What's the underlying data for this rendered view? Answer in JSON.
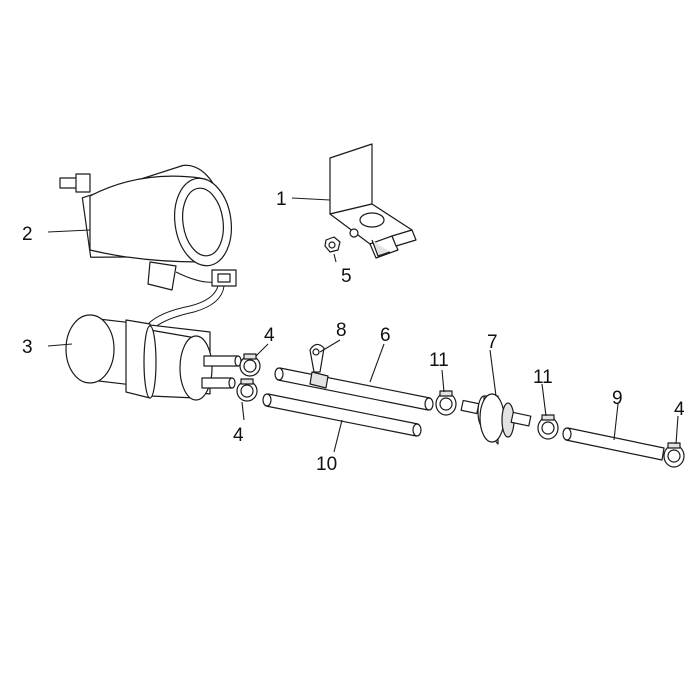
{
  "callouts": {
    "c1": "1",
    "c2": "2",
    "c3": "3",
    "c4a": "4",
    "c4b": "4",
    "c4c": "4",
    "c5": "5",
    "c6": "6",
    "c7": "7",
    "c8": "8",
    "c9": "9",
    "c10": "10",
    "c11a": "11",
    "c11b": "11"
  }
}
